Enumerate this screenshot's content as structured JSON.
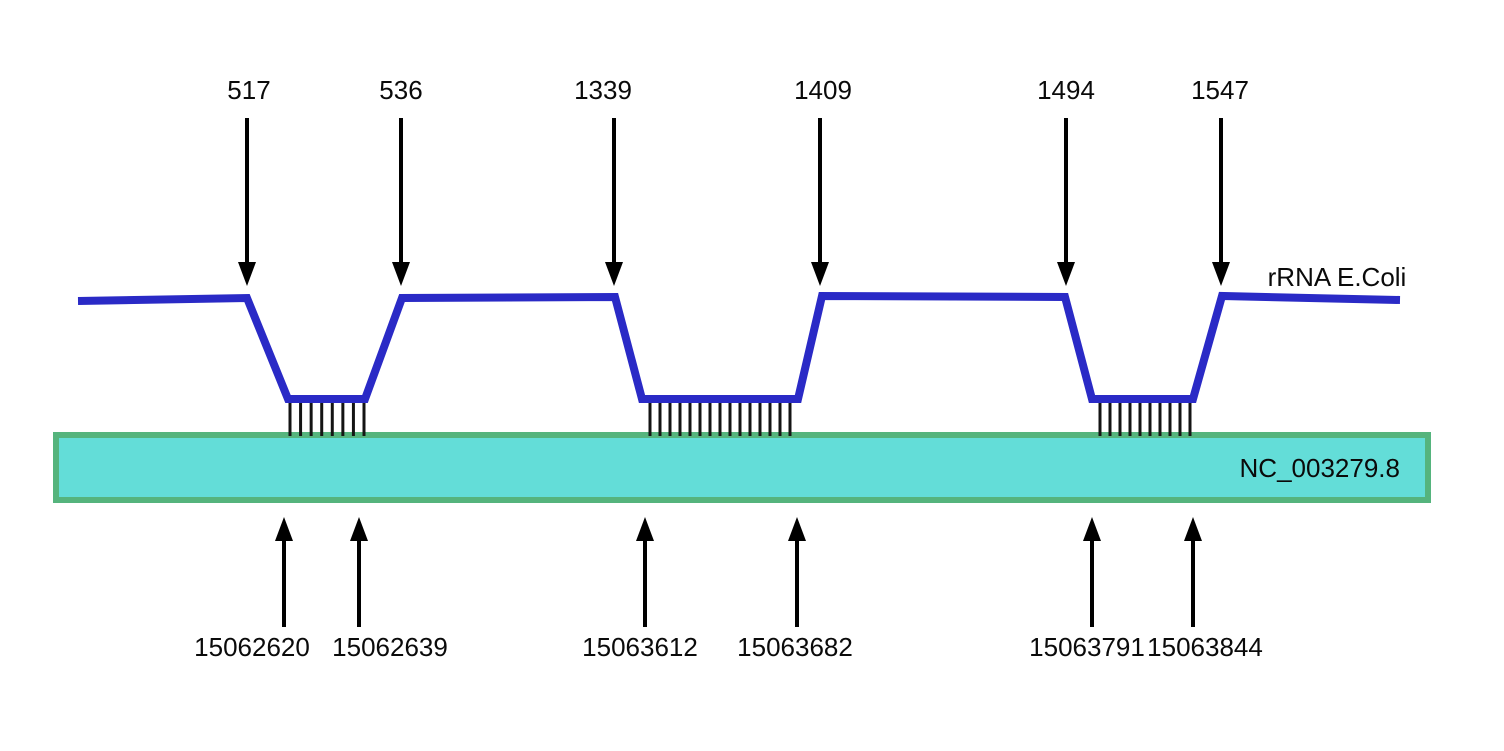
{
  "diagram": {
    "rna": {
      "label": "rRNA E.Coli",
      "line_color": "#2A2AC6"
    },
    "genome": {
      "label": "NC_003279.8",
      "fill_color": "#63DDD8",
      "border_color": "#55B47D"
    },
    "arrow_color": "#000000",
    "alignments": [
      {
        "rna_start": "517",
        "rna_end": "536",
        "genome_start": "15062620",
        "genome_end": "15062639"
      },
      {
        "rna_start": "1339",
        "rna_end": "1409",
        "genome_start": "15063612",
        "genome_end": "15063682"
      },
      {
        "rna_start": "1494",
        "rna_end": "1547",
        "genome_start": "15063791",
        "genome_end": "15063844"
      }
    ]
  }
}
